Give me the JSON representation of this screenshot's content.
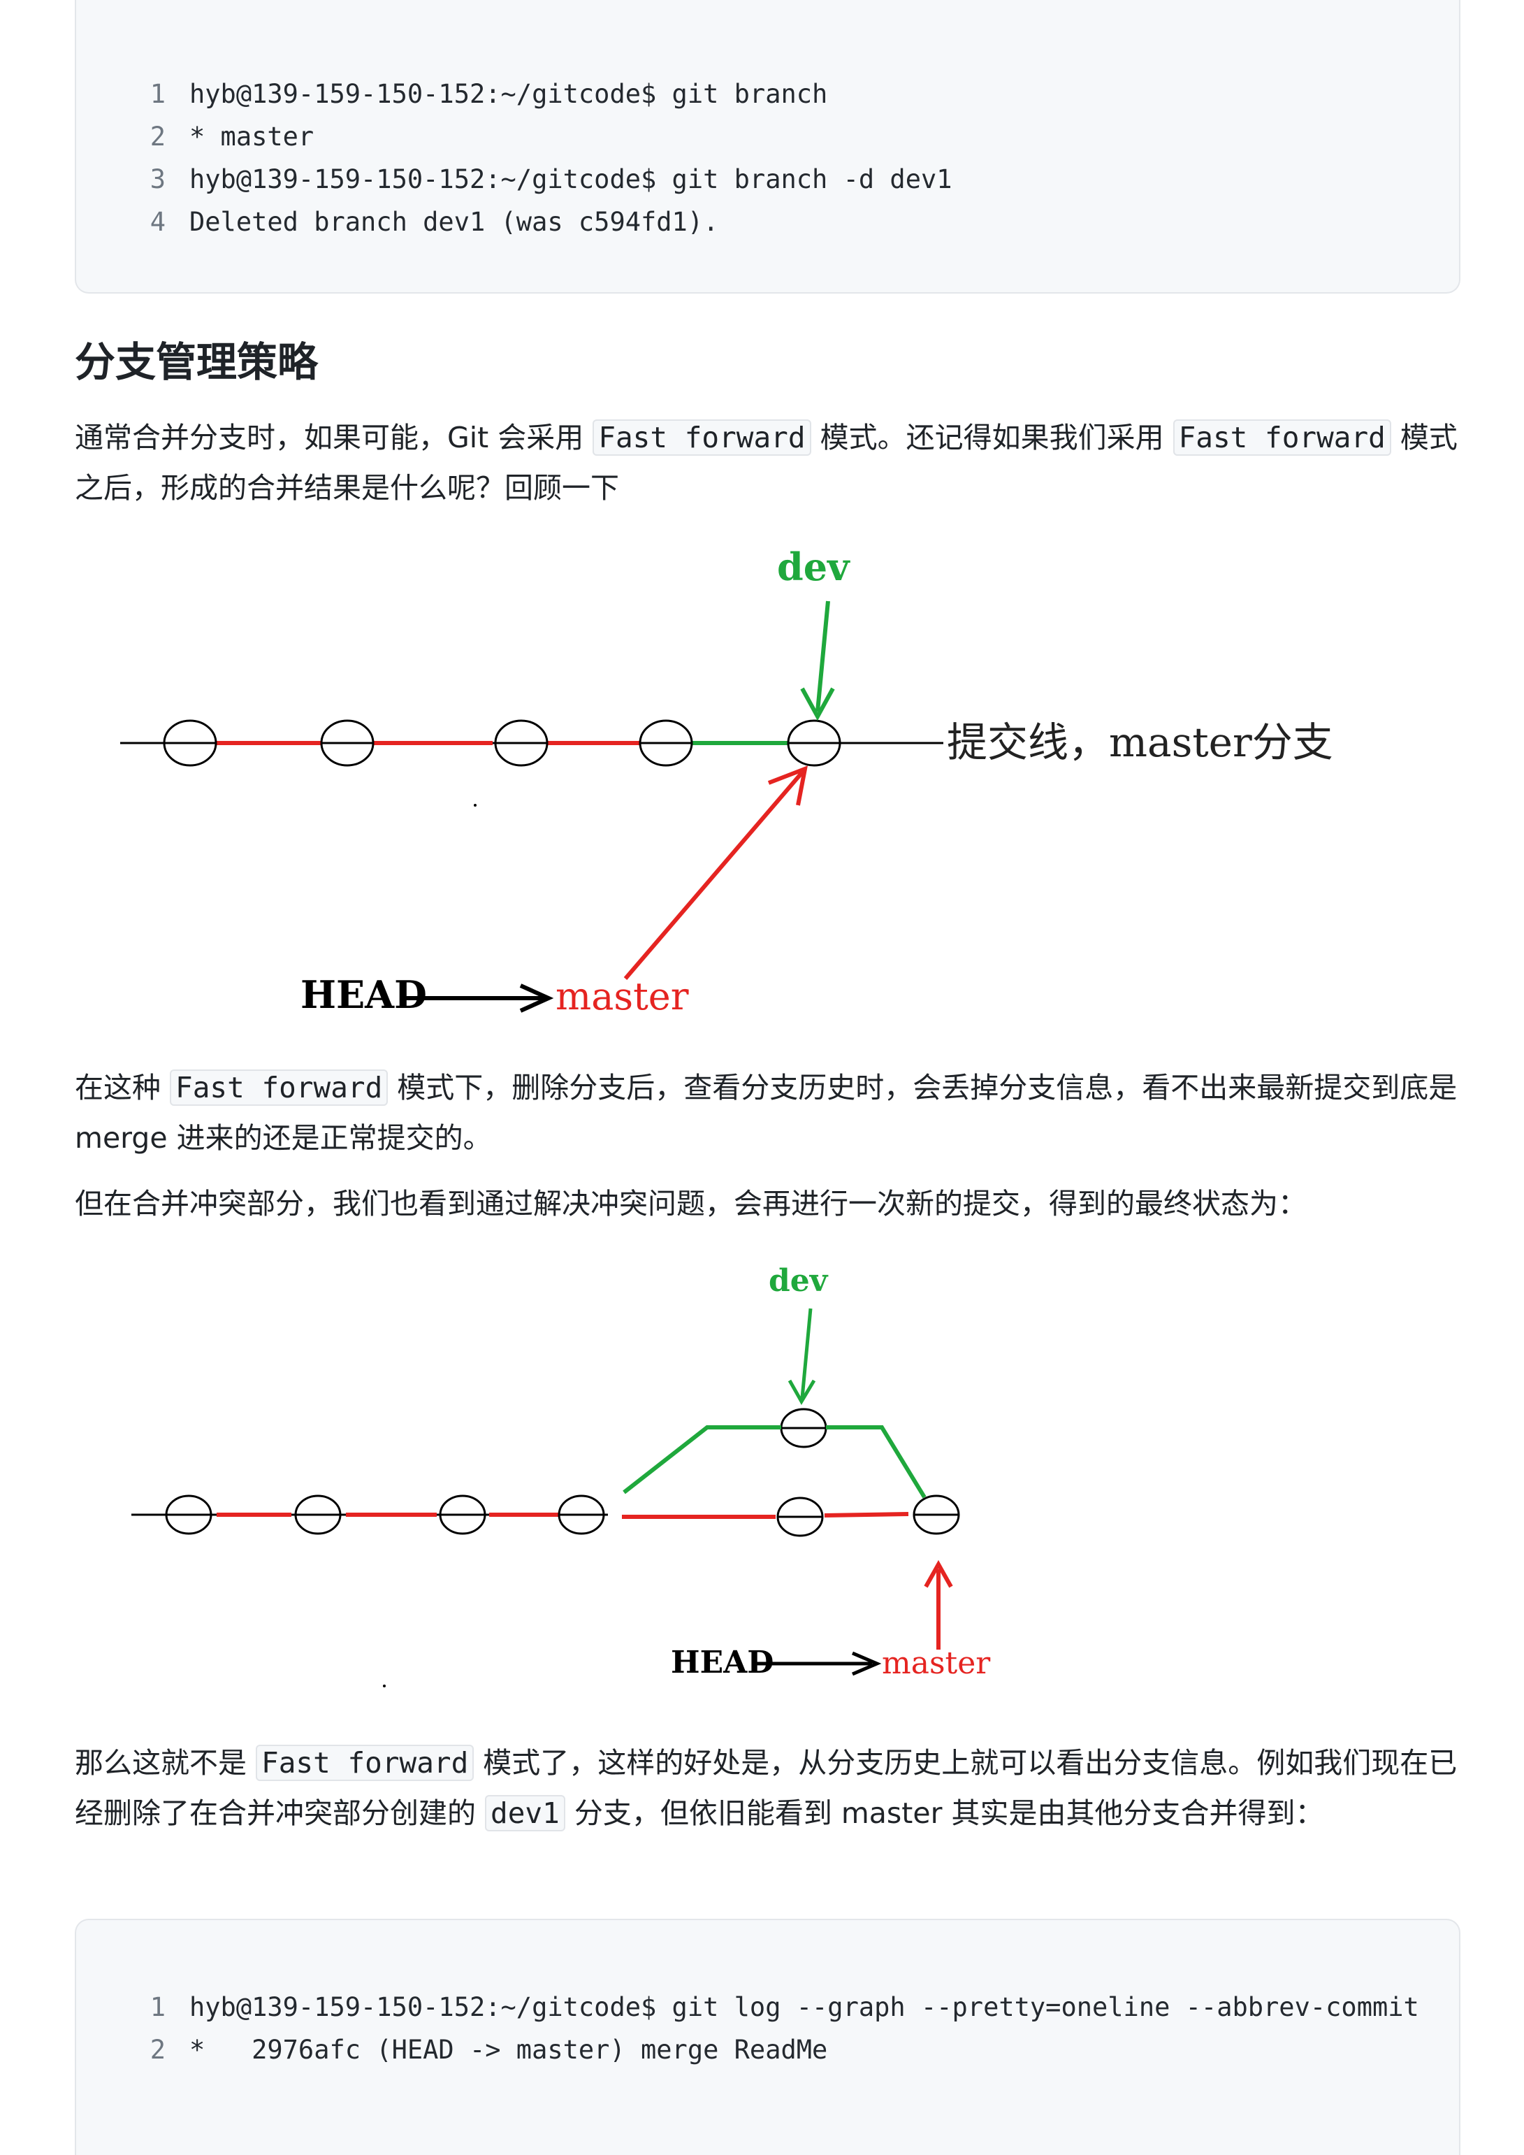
{
  "code_block_1": {
    "lines": [
      {
        "n": "1",
        "text": "hyb@139-159-150-152:~/gitcode$ git branch"
      },
      {
        "n": "2",
        "text": "* master"
      },
      {
        "n": "3",
        "text": "hyb@139-159-150-152:~/gitcode$ git branch -d dev1"
      },
      {
        "n": "4",
        "text": "Deleted branch dev1 (was c594fd1)."
      }
    ]
  },
  "heading": "分支管理策略",
  "para1": {
    "t1": "通常合并分支时，如果可能，Git 会采用 ",
    "c1": "Fast forward",
    "t2": " 模式。还记得如果我们采用 ",
    "c2": "Fast forward",
    "t3": " 模式之后，形成的合并结果是什么呢？回顾一下"
  },
  "figure1": {
    "branch_label": "dev",
    "line_label": "提交线，master分支",
    "head_label": "HEAD",
    "master_label": "master"
  },
  "para2": {
    "t1": "在这种 ",
    "c1": "Fast forward",
    "t2": " 模式下，删除分支后，查看分支历史时，会丢掉分支信息，看不出来最新提交到底是 merge 进来的还是正常提交的。"
  },
  "para3": {
    "t1": "但在合并冲突部分，我们也看到通过解决冲突问题，会再进行一次新的提交，得到的最终状态为："
  },
  "figure2": {
    "branch_label": "dev",
    "head_label": "HEAD",
    "master_label": "master"
  },
  "para4": {
    "t1": "那么这就不是 ",
    "c1": "Fast forward",
    "t2": " 模式了，这样的好处是，从分支历史上就可以看出分支信息。例如我们现在已经删除了在合并冲突部分创建的 ",
    "c2": "dev1",
    "t3": " 分支，但依旧能看到 master 其实是由其他分支合并得到："
  },
  "code_block_2": {
    "lines": [
      {
        "n": "1",
        "text": "hyb@139-159-150-152:~/gitcode$ git log --graph --pretty=oneline --abbrev-commit"
      },
      {
        "n": "2",
        "text": "*   2976afc (HEAD -> master) merge ReadMe"
      }
    ]
  },
  "colors": {
    "red": "#e52421",
    "green": "#1fa83c",
    "black": "#000000"
  }
}
